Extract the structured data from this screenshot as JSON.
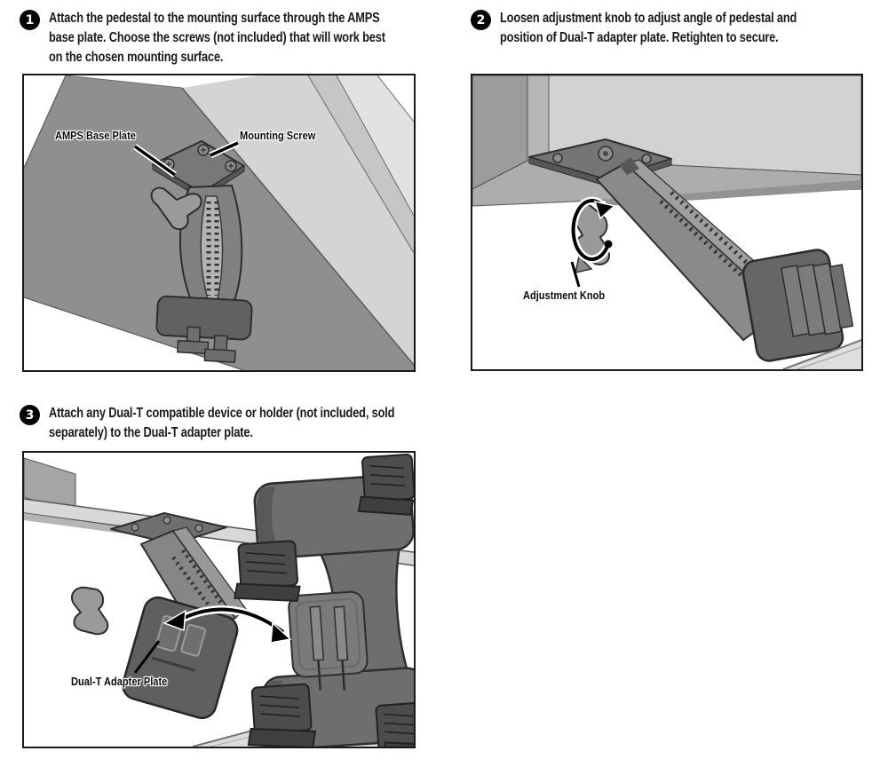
{
  "document": {
    "type": "assembly-instructions"
  },
  "steps": [
    {
      "number": "1",
      "lines": [
        "Attach the pedestal to the mounting surface through the AMPS",
        "base plate. Choose the screws (not included) that will work best",
        "on the chosen mounting surface."
      ]
    },
    {
      "number": "2",
      "lines": [
        "Loosen adjustment knob to adjust angle of pedestal and",
        "position of Dual-T adapter plate. Retighten to secure."
      ]
    },
    {
      "number": "3",
      "lines": [
        "Attach any Dual-T compatible device or holder (not included, sold",
        "separately) to the Dual-T adapter plate."
      ]
    }
  ],
  "figures": [
    {
      "name": "attach-pedestal-to-surface",
      "labels": [
        {
          "text": "AMPS Base Plate"
        },
        {
          "text": "Mounting Screw"
        }
      ]
    },
    {
      "name": "loosen-adjustment-knob",
      "labels": [
        {
          "text": "Adjustment Knob"
        }
      ]
    },
    {
      "name": "attach-dual-t-device",
      "labels": [
        {
          "text": "Dual-T Adapter Plate"
        }
      ]
    }
  ],
  "colors": {
    "text": "#1a1a1a",
    "badge": "#050505",
    "figure_border": "#1a1a1a",
    "surface_mid_gray": "#8f8f8f",
    "surface_light_gray": "#d4d4d4",
    "part_mid_gray": "#808080",
    "part_dark_gray": "#5d5d5d"
  }
}
